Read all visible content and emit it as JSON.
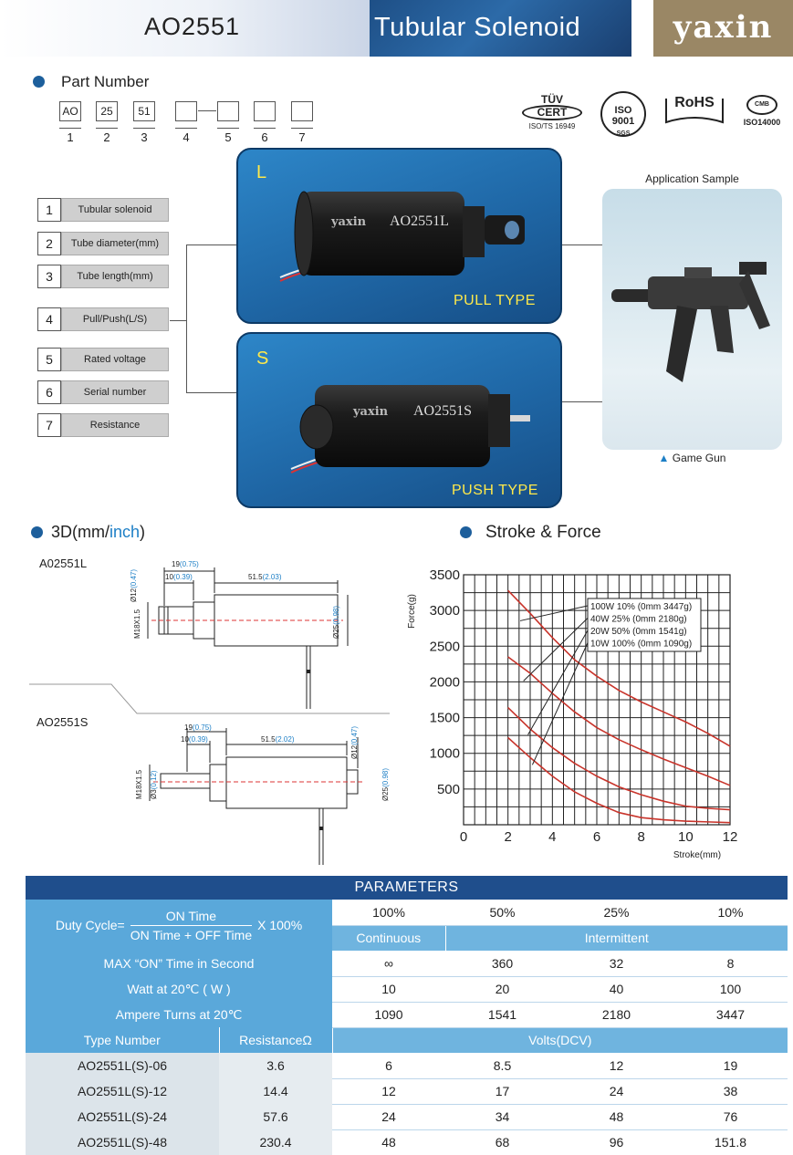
{
  "header": {
    "model": "AO2551",
    "title": "Tubular Solenoid",
    "logo": "yaxin"
  },
  "part_number": {
    "heading": "Part Number",
    "boxes": [
      "AO",
      "25",
      "51",
      "",
      "",
      "",
      ""
    ],
    "positions": [
      "1",
      "2",
      "3",
      "4",
      "5",
      "6",
      "7"
    ]
  },
  "certs": {
    "tuv_top": "TÜV",
    "tuv_mid": "CERT",
    "tuv_bot": "ISO/TS 16949",
    "iso9001": "ISO 9001",
    "iso9001_bot": "SGS",
    "rohs": "RoHS",
    "iso14000": "ISO14000"
  },
  "legend": [
    {
      "num": "1",
      "label": "Tubular solenoid"
    },
    {
      "num": "2",
      "label": "Tube diameter(mm)"
    },
    {
      "num": "3",
      "label": "Tube length(mm)"
    },
    {
      "num": "4",
      "label": "Pull/Push(L/S)"
    },
    {
      "num": "5",
      "label": "Rated voltage"
    },
    {
      "num": "6",
      "label": "Serial number"
    },
    {
      "num": "7",
      "label": "Resistance"
    }
  ],
  "panels": {
    "pull": {
      "letter": "L",
      "type": "PULL TYPE",
      "brand": "yaxin",
      "model": "AO2551L"
    },
    "push": {
      "letter": "S",
      "type": "PUSH TYPE",
      "brand": "yaxin",
      "model": "AO2551S"
    }
  },
  "application": {
    "title": "Application Sample",
    "caption": "Game Gun"
  },
  "dims": {
    "heading_pre": "3D(mm/",
    "heading_unit": "inch",
    "heading_post": ")",
    "l_label": "A02551L",
    "s_label": "AO2551S",
    "l": {
      "d19": "19",
      "d19i": "(0.75)",
      "d10": "10",
      "d10i": "(0.39)",
      "d515": "51.5",
      "d515i": "(2.03)",
      "d12": "Ø12",
      "d12i": "(0.47)",
      "m18": "M18X1.5",
      "d25": "Ø25",
      "d25i": "(0.98)"
    },
    "s": {
      "d19": "19",
      "d19i": "(0.75)",
      "d10": "10",
      "d10i": "(0.39)",
      "d515": "51.5",
      "d515i": "(2.02)",
      "d12": "Ø12",
      "d12i": "(0.47)",
      "m18": "M18X1.5",
      "d3": "Ø3",
      "d3i": "(0.12)",
      "d25": "Ø25",
      "d25i": "(0.98)"
    }
  },
  "stroke_heading": "Stroke & Force",
  "chart_data": {
    "type": "line",
    "xlabel": "Stroke(mm)",
    "ylabel": "Force(g)",
    "xlim": [
      0,
      12
    ],
    "ylim": [
      0,
      3500
    ],
    "xticks": [
      0,
      2,
      4,
      6,
      8,
      10,
      12
    ],
    "yticks": [
      500,
      1000,
      1500,
      2000,
      2500,
      3000,
      3500
    ],
    "grid": true,
    "legend_position": "top-right",
    "series": [
      {
        "name": "100W 10% (0mm 3447g)",
        "x": [
          2,
          3,
          4,
          5,
          6,
          7,
          8,
          9,
          10,
          11,
          12
        ],
        "y": [
          3280,
          2960,
          2620,
          2310,
          2080,
          1880,
          1720,
          1580,
          1440,
          1280,
          1100
        ]
      },
      {
        "name": "40W 25% (0mm 2180g)",
        "x": [
          2,
          3,
          4,
          5,
          6,
          7,
          8,
          9,
          10,
          11,
          12
        ],
        "y": [
          2350,
          2120,
          1840,
          1580,
          1360,
          1190,
          1050,
          920,
          800,
          680,
          550
        ]
      },
      {
        "name": "20W 50% (0mm 1541g)",
        "x": [
          2,
          3,
          4,
          5,
          6,
          7,
          8,
          9,
          10,
          11,
          12
        ],
        "y": [
          1640,
          1340,
          1080,
          860,
          680,
          530,
          420,
          330,
          260,
          230,
          210
        ]
      },
      {
        "name": "10W 100% (0mm 1090g)",
        "x": [
          2,
          3,
          4,
          5,
          6,
          7,
          8,
          9,
          10,
          11,
          12
        ],
        "y": [
          1220,
          940,
          680,
          460,
          300,
          170,
          100,
          70,
          50,
          40,
          30
        ]
      }
    ]
  },
  "params": {
    "title": "PARAMETERS",
    "duty_label": "Duty Cycle=",
    "duty_num": "ON Time",
    "duty_den": "ON Time + OFF Time",
    "duty_mult": "X 100%",
    "duty_values": [
      "100%",
      "50%",
      "25%",
      "10%"
    ],
    "mode_continuous": "Continuous",
    "mode_intermittent": "Intermittent",
    "rows": [
      {
        "label": "MAX “ON” Time in Second",
        "values": [
          "∞",
          "360",
          "32",
          "8"
        ]
      },
      {
        "label": "Watt at 20℃ ( W )",
        "values": [
          "10",
          "20",
          "40",
          "100"
        ]
      },
      {
        "label": "Ampere Turns at 20℃",
        "values": [
          "1090",
          "1541",
          "2180",
          "3447"
        ]
      }
    ],
    "type_header": "Type Number",
    "res_header": "ResistanceΩ",
    "volts_header": "Volts(DCV)",
    "types": [
      {
        "type": "AO2551L(S)-06",
        "res": "3.6",
        "volts": [
          "6",
          "8.5",
          "12",
          "19"
        ]
      },
      {
        "type": "AO2551L(S)-12",
        "res": "14.4",
        "volts": [
          "12",
          "17",
          "24",
          "38"
        ]
      },
      {
        "type": "AO2551L(S)-24",
        "res": "57.6",
        "volts": [
          "24",
          "34",
          "48",
          "76"
        ]
      },
      {
        "type": "AO2551L(S)-48",
        "res": "230.4",
        "volts": [
          "48",
          "68",
          "96",
          "151.8"
        ]
      }
    ]
  }
}
